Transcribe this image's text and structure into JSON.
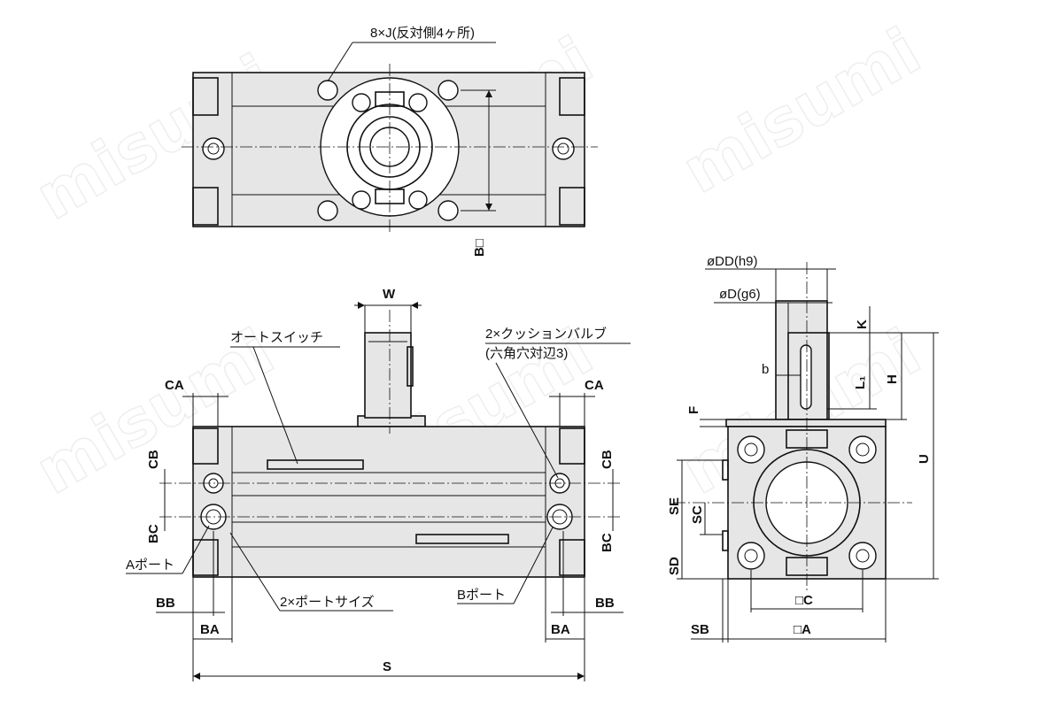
{
  "watermark": "misumi",
  "labels": {
    "top_holes": "8×J(反対側4ヶ所)",
    "top_b": "B□",
    "front_w": "W",
    "auto_switch": "オートスイッチ",
    "cushion_valve": "2×クッションバルブ",
    "cushion_valve_sub": "(六角穴対辺3)",
    "ca_left": "CA",
    "ca_right": "CA",
    "cb_left": "CB",
    "cb_right": "CB",
    "bc_left": "BC",
    "bc_right": "BC",
    "a_port": "Aポート",
    "b_port": "Bポート",
    "port_size": "2×ポートサイズ",
    "bb_left": "BB",
    "bb_right": "BB",
    "ba_left": "BA",
    "ba_right": "BA",
    "s": "S",
    "odd": "øDD(h9)",
    "od": "øD(g6)",
    "k": "K",
    "b": "b",
    "l1": "L₁",
    "h": "H",
    "u": "U",
    "f": "F",
    "se": "SE",
    "sc": "SC",
    "sd": "SD",
    "c_sq": "□C",
    "sb": "SB",
    "a_sq": "□A"
  }
}
